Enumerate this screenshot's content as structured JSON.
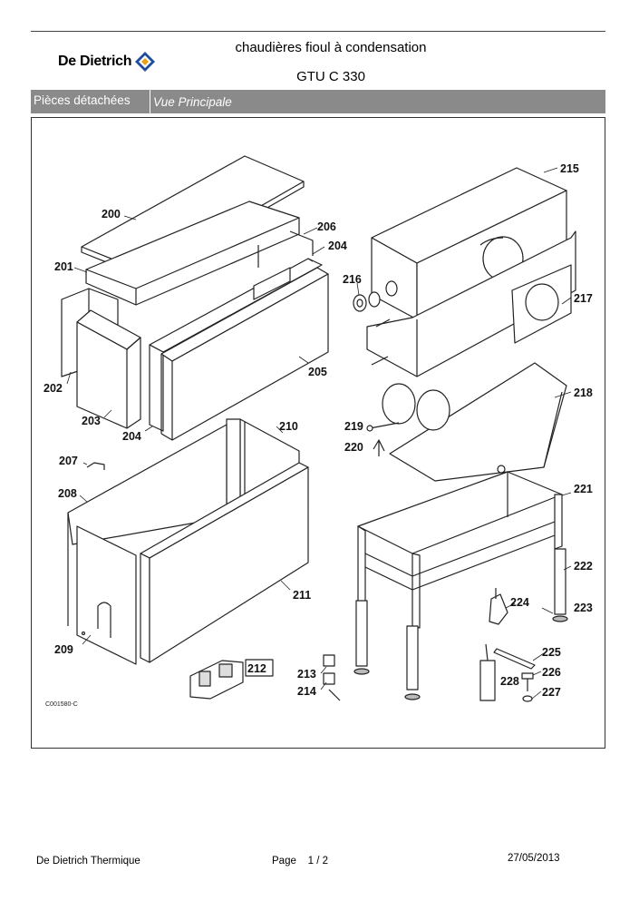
{
  "header": {
    "brand": "De Dietrich",
    "title_line1": "chaudières fioul à condensation",
    "title_line2": "GTU C 330"
  },
  "section_bar": {
    "category": "Pièces détachées",
    "view": "Vue Principale"
  },
  "drawing": {
    "reference": "C001580-C",
    "part_numbers": [
      "200",
      "201",
      "202",
      "203",
      "204",
      "204",
      "205",
      "206",
      "207",
      "208",
      "209",
      "210",
      "211",
      "212",
      "213",
      "214",
      "215",
      "216",
      "217",
      "218",
      "219",
      "220",
      "221",
      "222",
      "223",
      "224",
      "225",
      "226",
      "227",
      "228"
    ]
  },
  "footer": {
    "company": "De Dietrich Thermique",
    "page_label": "Page",
    "page_number": "1",
    "page_separator": "/",
    "page_total": "2",
    "date": "27/05/2013"
  }
}
